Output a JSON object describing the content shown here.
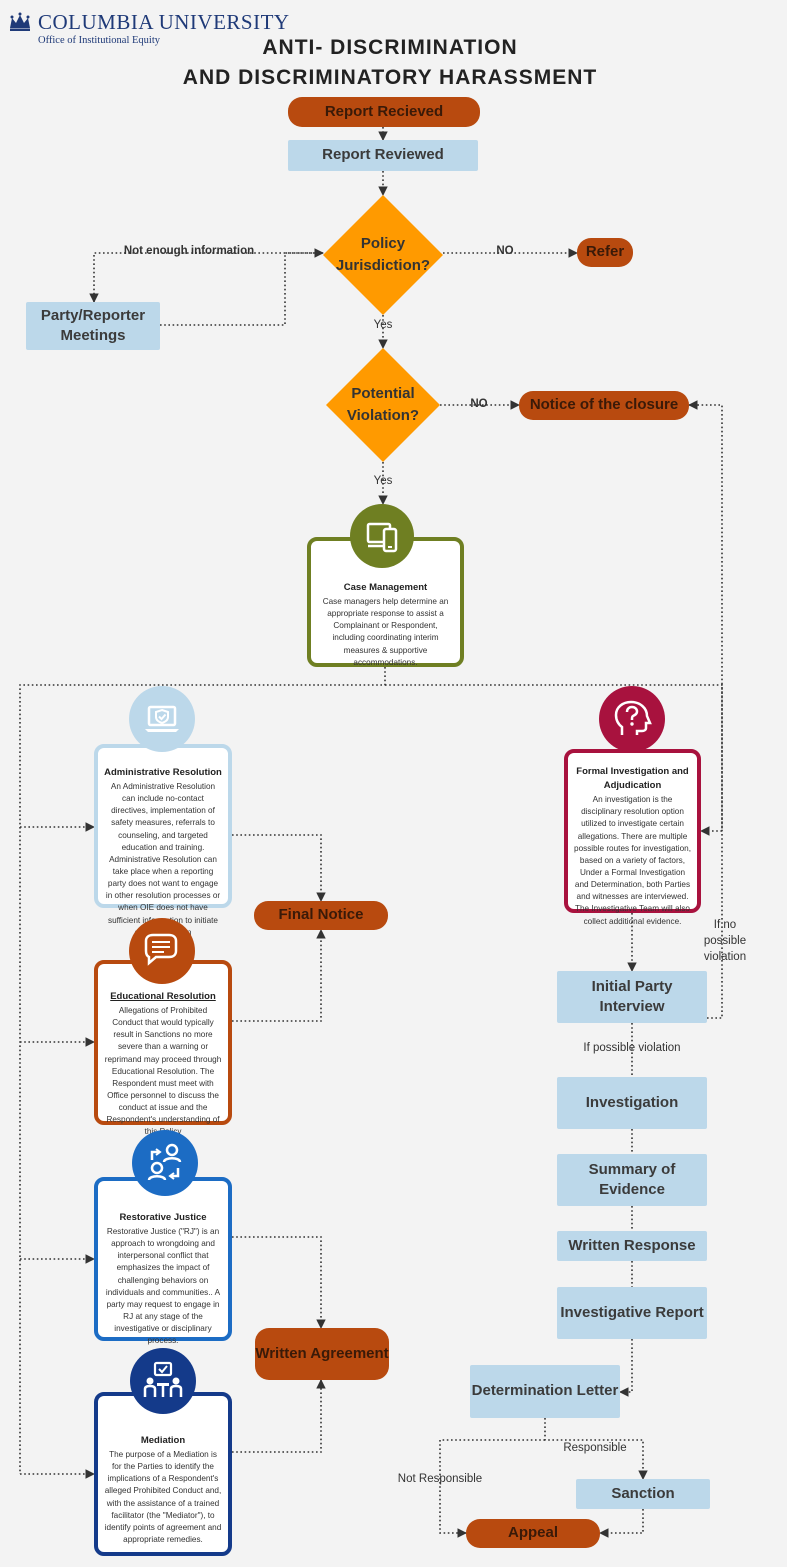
{
  "header": {
    "org": "COLUMBIA UNIVERSITY",
    "office": "Office of Institutional Equity",
    "title_line1": "ANTI- DISCRIMINATION",
    "title_line2": "AND DISCRIMINATORY HARASSMENT"
  },
  "nodes": {
    "report_received": "Report Recieved",
    "report_reviewed": "Report Reviewed",
    "policy_jurisdiction": "Policy Jurisdiction?",
    "refer": "Refer",
    "party_reporter_meetings": "Party/Reporter Meetings",
    "potential_violation": "Potential Violation?",
    "notice_of_closure": "Notice of the closure",
    "final_notice": "Final Notice",
    "written_agreement": "Written Agreement",
    "initial_party_interview": "Initial Party Interview",
    "investigation": "Investigation",
    "summary_of_evidence": "Summary of Evidence",
    "written_response": "Written Response",
    "investigative_report": "Investigative Report",
    "determination_letter": "Determination Letter",
    "sanction": "Sanction",
    "appeal": "Appeal"
  },
  "labels": {
    "not_enough_info": "Not enough information",
    "no_refer": "NO",
    "yes_1": "Yes",
    "no_closure": "NO",
    "yes_2": "Yes",
    "if_no_possible_violation": "If no possible violation",
    "if_possible_violation": "If possible violation",
    "responsible": "Responsible",
    "not_responsible": "Not Responsible"
  },
  "cards": {
    "case_management": {
      "title": "Case Management",
      "body": "Case managers help determine an appropriate response to assist a Complainant or Respondent, including coordinating interim measures & supportive accommodations.",
      "icon": "devices-icon",
      "color": "#6f7f22"
    },
    "administrative_resolution": {
      "title": "Administrative Resolution",
      "body": "An Administrative Resolution can include no-contact directives, implementation of safety measures, referrals to counseling, and targeted education and training. Administrative Resolution can take place when a reporting party does not want to engage in other resolution processes or when OIE does not have sufficient information to initiate an investigation",
      "icon": "laptop-shield-icon",
      "color": "#bcd8ea"
    },
    "educational_resolution": {
      "title": "Educational Resolution",
      "body": "Allegations of Prohibited Conduct that would typically result in Sanctions no more severe than a warning or reprimand may proceed through Educational Resolution. The Respondent must meet with Office personnel to discuss the conduct at issue and the Respondent's understanding of this Policy",
      "icon": "chat-bubbles-icon",
      "color": "#b84a0f"
    },
    "restorative_justice": {
      "title": "Restorative Justice",
      "body": "Restorative Justice (\"RJ\") is an approach to wrongdoing and interpersonal conflict that emphasizes the impact of challenging behaviors on individuals and communities.. A party may request to engage in RJ at any stage of the investigative or disciplinary process.",
      "icon": "exchange-people-icon",
      "color": "#1c6cc4"
    },
    "mediation": {
      "title": "Mediation",
      "body": "The purpose of a Mediation is for the Parties to identify the implications of a Respondent's alleged Prohibited Conduct and, with the assistance of a trained facilitator (the \"Mediator\"), to identify points of agreement and appropriate remedies.",
      "icon": "meeting-icon",
      "color": "#143a8a"
    },
    "formal_investigation": {
      "title": "Formal Investigation and Adjudication",
      "body": "An investigation is the disciplinary resolution option utilized to investigate certain allegations. There are multiple possible routes for investigation, based on a variety of factors, Under a Formal Investigation and Determination, both Parties and witnesses are interviewed. The Investigative Team will also collect additional evidence.",
      "icon": "head-question-icon",
      "color": "#a8123e"
    }
  },
  "colors": {
    "orange": "#b84a0f",
    "light_blue": "#bcd8ea",
    "diamond": "#ff9a00",
    "background": "#f3f3f3"
  }
}
